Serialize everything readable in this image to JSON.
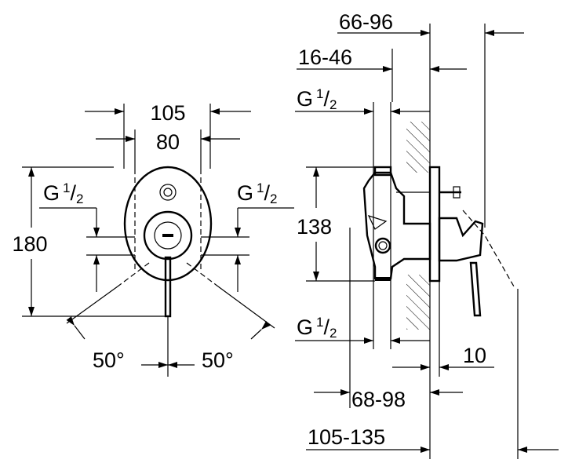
{
  "front_view": {
    "width_outer": "105",
    "width_inner": "80",
    "height": "180",
    "thread_left": {
      "letter": "G",
      "num": "1",
      "den": "2"
    },
    "thread_right": {
      "letter": "G",
      "num": "1",
      "den": "2"
    },
    "angle_left": "50°",
    "angle_right": "50°"
  },
  "side_view": {
    "depth_range_top": "66-96",
    "wall_range": "16-46",
    "thread_top": {
      "letter": "G",
      "num": "1",
      "den": "2"
    },
    "height": "138",
    "thread_bottom": {
      "letter": "G",
      "num": "1",
      "den": "2"
    },
    "plate_thickness": "10",
    "depth_range_mid": "68-98",
    "depth_range_bottom": "105-135"
  }
}
